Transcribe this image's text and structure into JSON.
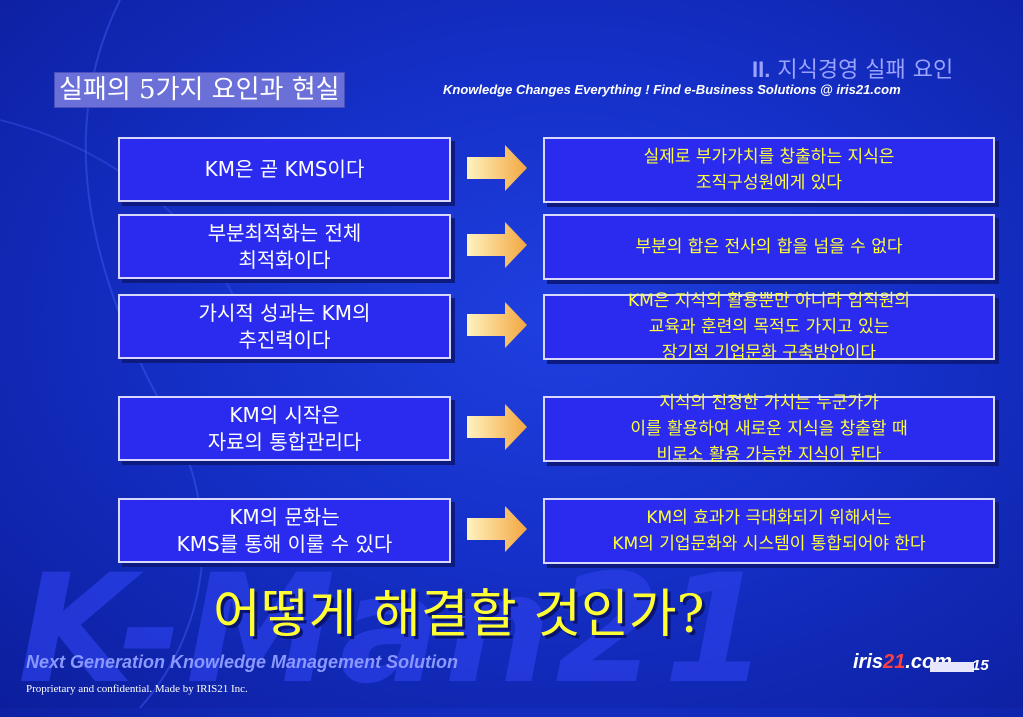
{
  "header": {
    "section_num": "II.",
    "section_title": "지식경영 실패 요인",
    "title": "실패의 5가지 요인과 현실",
    "tagline": "Knowledge Changes Everything !    Find e-Business Solutions @ iris21.com"
  },
  "rows": [
    {
      "left": [
        "KM은 곧 KMS이다"
      ],
      "right": [
        "실제로 부가가치를 창출하는 지식은",
        "조직구성원에게 있다"
      ]
    },
    {
      "left": [
        "부분최적화는 전체",
        "최적화이다"
      ],
      "right": [
        "부분의 합은 전사의 합을 넘을 수 없다"
      ]
    },
    {
      "left": [
        "가시적 성과는 KM의",
        "추진력이다"
      ],
      "right": [
        "KM은 지식의 활용뿐만 아니라 임직원의",
        "교육과 훈련의 목적도 가지고 있는",
        "장기적 기업문화 구축방안이다"
      ]
    },
    {
      "left": [
        "KM의 시작은",
        "자료의 통합관리다"
      ],
      "right": [
        "지식의 진정한 가치는 누군가가",
        "이를 활용하여 새로운 지식을 창출할 때",
        "비로소 활용 가능한 지식이 된다"
      ]
    },
    {
      "left": [
        "KM의 문화는",
        "KMS를 통해 이룰 수 있다"
      ],
      "right": [
        "KM의 효과가 극대화되기 위해서는",
        "KM의 기업문화와 시스템이 통합되어야 한다"
      ]
    }
  ],
  "question": "어떻게 해결할 것인가?",
  "footer": {
    "watermark": "K-Man21",
    "slogan": "Next Generation Knowledge Management Solution",
    "proprietary": "Proprietary and confidential. Made by IRIS21 Inc.",
    "logo_a": "iris",
    "logo_b": "21",
    "logo_c": ".com",
    "page": "15"
  },
  "colors": {
    "background": "#1530c8",
    "box_fill": "#2b2bf0",
    "right_text": "#ffff3a",
    "arrow": "#f3a640",
    "question": "#ffff33"
  },
  "icons": {
    "arrow": "right-arrow-icon"
  }
}
